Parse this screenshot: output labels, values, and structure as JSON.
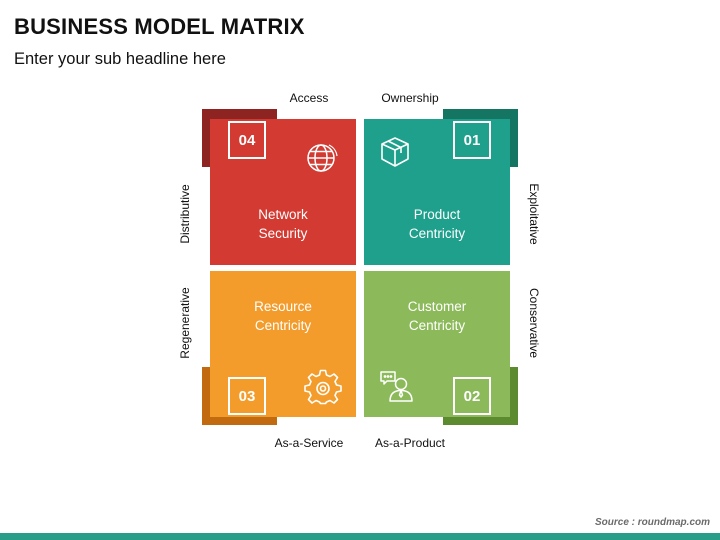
{
  "title": "BUSINESS MODEL MATRIX",
  "subtitle": "Enter your sub headline here",
  "axis": {
    "top_left": "Access",
    "top_right": "Ownership",
    "bottom_left": "As-a-Service",
    "bottom_right": "As-a-Product",
    "left_top": "Distributive",
    "left_bottom": "Regenerative",
    "right_top": "Exploitative",
    "right_bottom": "Conservative"
  },
  "quadrants": [
    {
      "number": "04",
      "line1": "Network",
      "line2": "Security",
      "icon": "globe-icon",
      "color": "#d23a32",
      "tab_color": "#8e2421"
    },
    {
      "number": "01",
      "line1": "Product",
      "line2": "Centricity",
      "icon": "box-icon",
      "color": "#1ea08c",
      "tab_color": "#147563"
    },
    {
      "number": "03",
      "line1": "Resource",
      "line2": "Centricity",
      "icon": "gear-icon",
      "color": "#f39c2b",
      "tab_color": "#c16a10"
    },
    {
      "number": "02",
      "line1": "Customer",
      "line2": "Centricity",
      "icon": "customer-chat-icon",
      "color": "#8cba5a",
      "tab_color": "#5c8a2e"
    }
  ],
  "source": "Source : roundmap.com"
}
